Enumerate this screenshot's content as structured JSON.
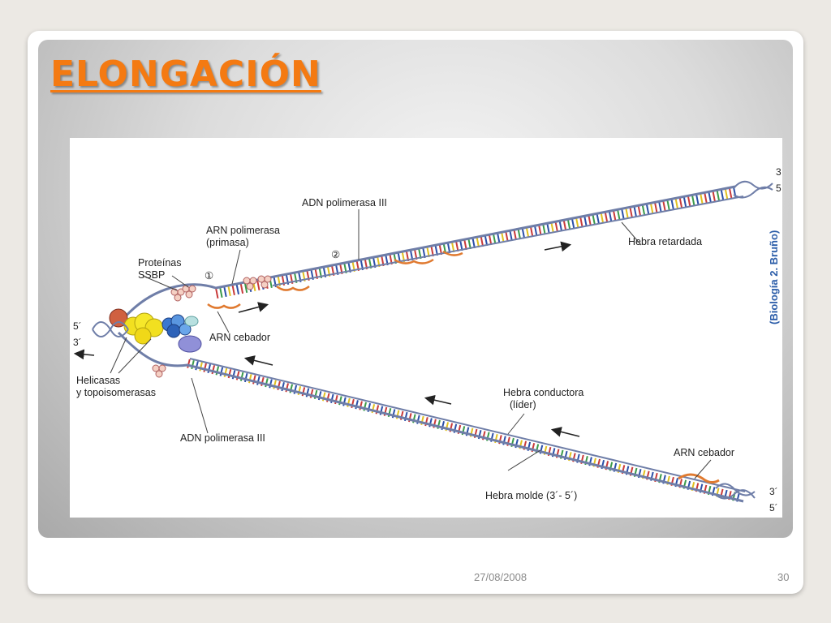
{
  "slide": {
    "title": "ELONGACIÓN",
    "date": "27/08/2008",
    "page_number": "30"
  },
  "diagram": {
    "labels": {
      "adn_polimerasa_top": "ADN polimerasa III",
      "arn_polimerasa": "ARN polimerasa",
      "primasa": "(primasa)",
      "step_1": "①",
      "step_2": "②",
      "proteinas": "Proteínas",
      "ssbp": "SSBP",
      "hebra_retardada": "Hebra retardada",
      "arn_cebador_top": "ARN cebador",
      "helicasas": "Helicasas",
      "topoisomerasas": "y topoisomerasas",
      "adn_polimerasa_bottom": "ADN polimerasa III",
      "hebra_conductora": "Hebra conductora",
      "lider": "(líder)",
      "arn_cebador_bottom": "ARN cebador",
      "hebra_molde": "Hebra molde (3´- 5´)",
      "credit": "(Biología 2. Bruño)"
    },
    "strand_ends": {
      "top_3": "3",
      "top_5": "5",
      "left_5": "5´",
      "left_3": "3´",
      "bottom_3": "3´",
      "bottom_5": "5´"
    },
    "colors": {
      "title": "#f47a12",
      "backbone": "#6f7ea8",
      "rung_red": "#c83a3a",
      "rung_green": "#3a9a4a",
      "rung_blue": "#2b4fa8",
      "rung_yellow": "#e0c020",
      "primer": "#e07a30",
      "helicase": "#f2e020",
      "polymerase": "#3a78d0"
    }
  }
}
